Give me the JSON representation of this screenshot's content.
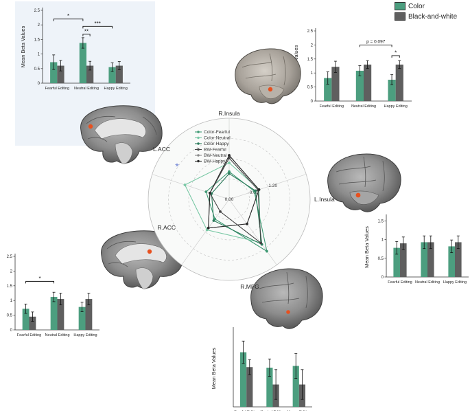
{
  "legend": {
    "items": [
      {
        "label": "Color",
        "color": "#4c9e7f"
      },
      {
        "label": "Black-and-white",
        "color": "#5f5f5f"
      }
    ]
  },
  "colors": {
    "color_series": "#4c9e7f",
    "bw_series": "#5f5f5f",
    "roi_marker": "#e8501e",
    "star": "#6b7fd4",
    "highlight_panel": "#eef3f9"
  },
  "chart_data": [
    {
      "id": "lacc-bars",
      "type": "bar",
      "region": "L.ACC",
      "categories": [
        "Fearful Editing",
        "Neutral Editing",
        "Happy Editing"
      ],
      "ylabel": "Mean Beta Values",
      "ylim": [
        0,
        2.5
      ],
      "yticks": [
        "0",
        "0.5",
        "1",
        "1.5",
        "2",
        "2.5"
      ],
      "series": [
        {
          "name": "Color",
          "values": [
            0.72,
            1.38,
            0.55
          ],
          "errors": [
            0.25,
            0.18,
            0.15
          ]
        },
        {
          "name": "Black-and-white",
          "values": [
            0.6,
            0.6,
            0.6
          ],
          "errors": [
            0.18,
            0.15,
            0.14
          ]
        }
      ],
      "annotations": [
        {
          "text": "*",
          "from": [
            0,
            0
          ],
          "to": [
            1,
            0
          ],
          "level": 2.2
        },
        {
          "text": "***",
          "from": [
            1,
            0
          ],
          "to": [
            2,
            0
          ],
          "level": 1.95
        },
        {
          "text": "**",
          "from": [
            1,
            0
          ],
          "to": [
            1,
            1
          ],
          "level": 1.68
        }
      ]
    },
    {
      "id": "rinsula-bars",
      "type": "bar",
      "region": "R.Insula",
      "categories": [
        "Fearful Editing",
        "Neutral Editing",
        "Happy Editing"
      ],
      "ylabel": "Mean Beta Values",
      "ylim": [
        0,
        2.5
      ],
      "yticks": [
        "0",
        "0.5",
        "1",
        "1.5",
        "2",
        "2.5"
      ],
      "series": [
        {
          "name": "Color",
          "values": [
            0.82,
            1.08,
            0.76
          ],
          "errors": [
            0.22,
            0.18,
            0.18
          ]
        },
        {
          "name": "Black-and-white",
          "values": [
            1.22,
            1.3,
            1.3
          ],
          "errors": [
            0.2,
            0.14,
            0.14
          ]
        }
      ],
      "annotations": [
        {
          "text": "p = 0.097",
          "from": [
            1,
            0
          ],
          "to": [
            2,
            0
          ],
          "level": 2.0
        },
        {
          "text": "*",
          "from": [
            2,
            0
          ],
          "to": [
            2,
            1
          ],
          "level": 1.62
        }
      ]
    },
    {
      "id": "linsula-bars",
      "type": "bar",
      "region": "L.Insula",
      "categories": [
        "Fearful Editing",
        "Neutral Editing",
        "Happy Editing"
      ],
      "ylabel": "Mean Beta Values",
      "ylim": [
        0,
        1.6
      ],
      "yticks": [
        "0",
        "0.5",
        "1",
        "1.5"
      ],
      "series": [
        {
          "name": "Color",
          "values": [
            0.78,
            0.93,
            0.82
          ],
          "errors": [
            0.17,
            0.17,
            0.17
          ]
        },
        {
          "name": "Black-and-white",
          "values": [
            0.9,
            0.93,
            0.93
          ],
          "errors": [
            0.17,
            0.17,
            0.17
          ]
        }
      ],
      "annotations": []
    },
    {
      "id": "racc-bars",
      "type": "bar",
      "region": "R.ACC",
      "categories": [
        "Fearful Editing",
        "Neutral Editing",
        "Happy Editing"
      ],
      "ylabel": "Mean Beta Values",
      "ylim": [
        0,
        2.5
      ],
      "yticks": [
        "0",
        "0.5",
        "1",
        "1.5",
        "2",
        "2.5"
      ],
      "series": [
        {
          "name": "Color",
          "values": [
            0.72,
            1.12,
            0.78
          ],
          "errors": [
            0.16,
            0.16,
            0.16
          ]
        },
        {
          "name": "Black-and-white",
          "values": [
            0.45,
            1.05,
            1.05
          ],
          "errors": [
            0.16,
            0.2,
            0.2
          ]
        }
      ],
      "annotations": [
        {
          "text": "*",
          "from": [
            0,
            0
          ],
          "to": [
            1,
            0
          ],
          "level": 1.65
        }
      ]
    },
    {
      "id": "rmfg-bars",
      "type": "bar",
      "region": "R.MFG",
      "categories": [
        "Fearful Editing",
        "Neutral Editing",
        "Happy Editing"
      ],
      "ylabel": "Mean Beta Values",
      "ylim": [
        0,
        3.1
      ],
      "yticks": [],
      "series": [
        {
          "name": "Color",
          "values": [
            2.2,
            1.58,
            1.65
          ],
          "errors": [
            0.45,
            0.35,
            0.5
          ]
        },
        {
          "name": "Black-and-white",
          "values": [
            1.6,
            0.9,
            0.9
          ],
          "errors": [
            0.3,
            0.6,
            0.6
          ]
        }
      ],
      "annotations": []
    },
    {
      "id": "radar",
      "type": "radar",
      "axes": [
        "R.Insula",
        "L.Insula",
        "R.MFG",
        "R.ACC",
        "L.ACC"
      ],
      "rmax": 2.4,
      "ring_labels": [
        "0.00",
        "0.60",
        "1.20"
      ],
      "grid": true,
      "legend_position": "inside-top-left",
      "series": [
        {
          "name": "Color-Fearful",
          "group": "color",
          "values": [
            0.82,
            0.78,
            1.9,
            0.72,
            0.72
          ]
        },
        {
          "name": "Color-Neutral",
          "group": "color",
          "values": [
            1.08,
            0.93,
            1.58,
            1.12,
            1.38
          ]
        },
        {
          "name": "Color-Happy",
          "group": "color",
          "values": [
            0.76,
            0.82,
            1.65,
            0.78,
            0.55
          ]
        },
        {
          "name": "BW-Fearful",
          "group": "bw",
          "values": [
            1.22,
            0.9,
            1.6,
            0.45,
            0.6
          ]
        },
        {
          "name": "BW-Neutral",
          "group": "bw",
          "values": [
            1.3,
            0.93,
            0.9,
            1.05,
            0.6
          ]
        },
        {
          "name": "BW-Happy",
          "group": "bw",
          "values": [
            1.3,
            0.93,
            0.9,
            1.05,
            0.6
          ]
        }
      ],
      "significance_axis": "L.ACC",
      "significance_marker": "*"
    }
  ]
}
